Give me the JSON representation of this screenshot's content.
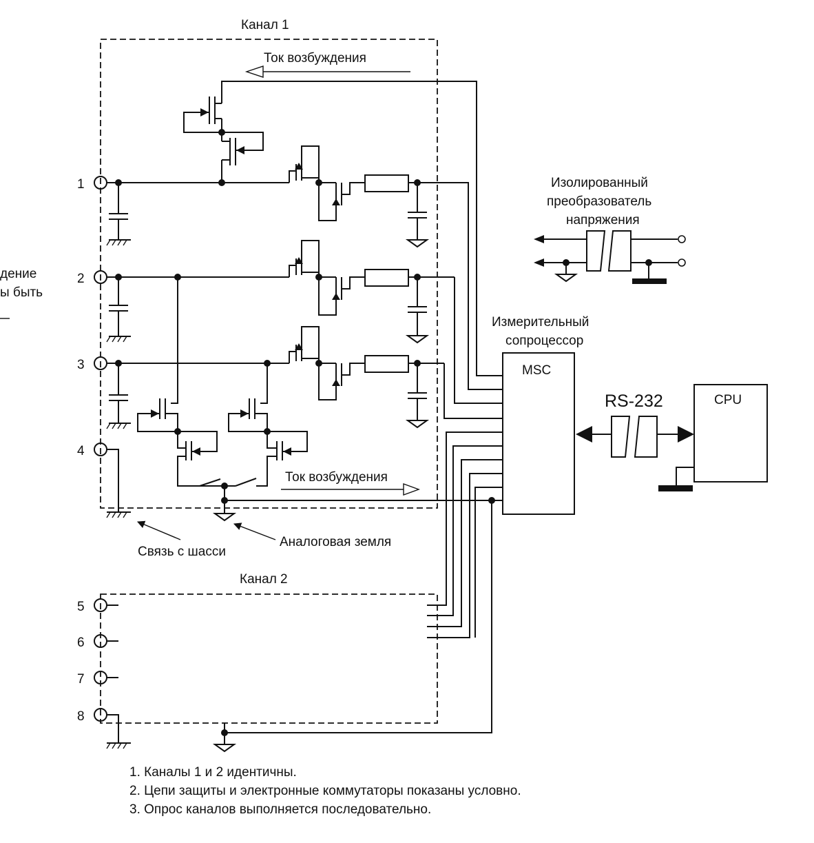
{
  "channel1": {
    "title": "Канал 1"
  },
  "channel2": {
    "title": "Канал 2"
  },
  "excitation_top": "Ток возбуждения",
  "excitation_bottom": "Ток возбуждения",
  "converter": {
    "line1": "Изолированный",
    "line2": "преобразователь",
    "line3": "напряжения"
  },
  "coprocessor": {
    "line1": "Измерительный",
    "line2": "сопроцессор",
    "block": "MSC"
  },
  "rs232": "RS-232",
  "cpu": "CPU",
  "chassis_label": "Связь с шасси",
  "analog_ground_label": "Аналоговая земля",
  "left_cut": {
    "line1": "дение",
    "line2": "ы быть"
  },
  "terminals": [
    "1",
    "2",
    "3",
    "4",
    "5",
    "6",
    "7",
    "8"
  ],
  "notes": [
    "1. Каналы 1 и 2 идентичны.",
    "2. Цепи защиты и электронные коммутаторы показаны условно.",
    "3. Опрос каналов выполняется последовательно."
  ]
}
